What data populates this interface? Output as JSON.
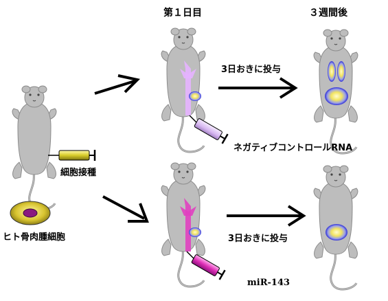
{
  "labels": {
    "day1": "第１日目",
    "week3": "３週間後",
    "dose_top": "3日おきに投与",
    "dose_bottom": "3日おきに投与",
    "negative_control": "ネガティブコントロールRNA",
    "cell_injection": "細胞接種",
    "human_osteosarcoma": "ヒト骨肉腫細胞",
    "mirna": "miR-143"
  },
  "colors": {
    "mouse": "#bdbdbd",
    "mouse_stroke": "#8a8a8a",
    "tumor_blue": "#3a3adb",
    "tumor_yellow": "#f4ea66",
    "syringe_yellow": "#d8cc2a",
    "syringe_lavender": "#d8b8f0",
    "syringe_magenta": "#e030b8",
    "vessel_lavender": "#e6b3ff",
    "vessel_magenta": "#e040c0",
    "cell_disc": "#d8c430",
    "cell_nucleus": "#8a1a80"
  }
}
